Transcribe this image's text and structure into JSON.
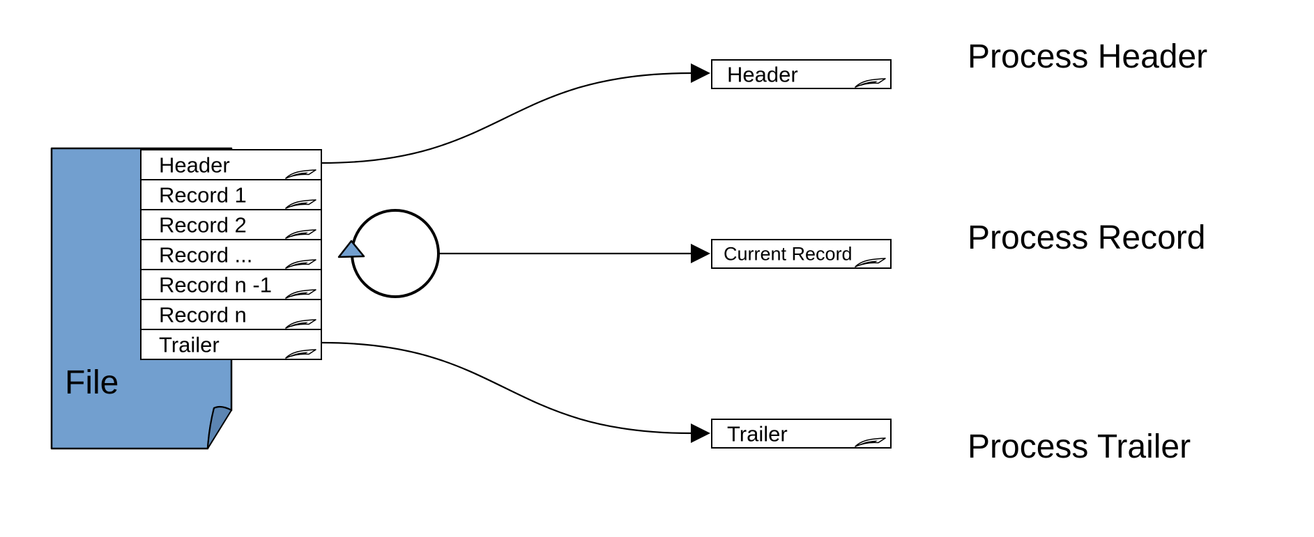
{
  "diagram": {
    "file": {
      "label": "File"
    },
    "records": [
      "Header",
      "Record 1",
      "Record 2",
      "Record ...",
      "Record n -1",
      "Record n",
      "Trailer"
    ],
    "cards": [
      "Header",
      "Current Record",
      "Trailer"
    ],
    "process_labels": [
      "Process Header",
      "Process Record",
      "Process Trailer"
    ],
    "colors": {
      "file_fill": "#729FCF",
      "file_fold_fill": "#5C85B2",
      "loop_arrowhead_fill": "#729FCF",
      "outline": "#000000",
      "box_fill": "#FFFFFF"
    },
    "icons": {
      "loop": "circular-loop-arrow-icon",
      "connector_arrow": "right-arrowhead-icon",
      "folded_corner": "folded-corner-icon"
    }
  }
}
